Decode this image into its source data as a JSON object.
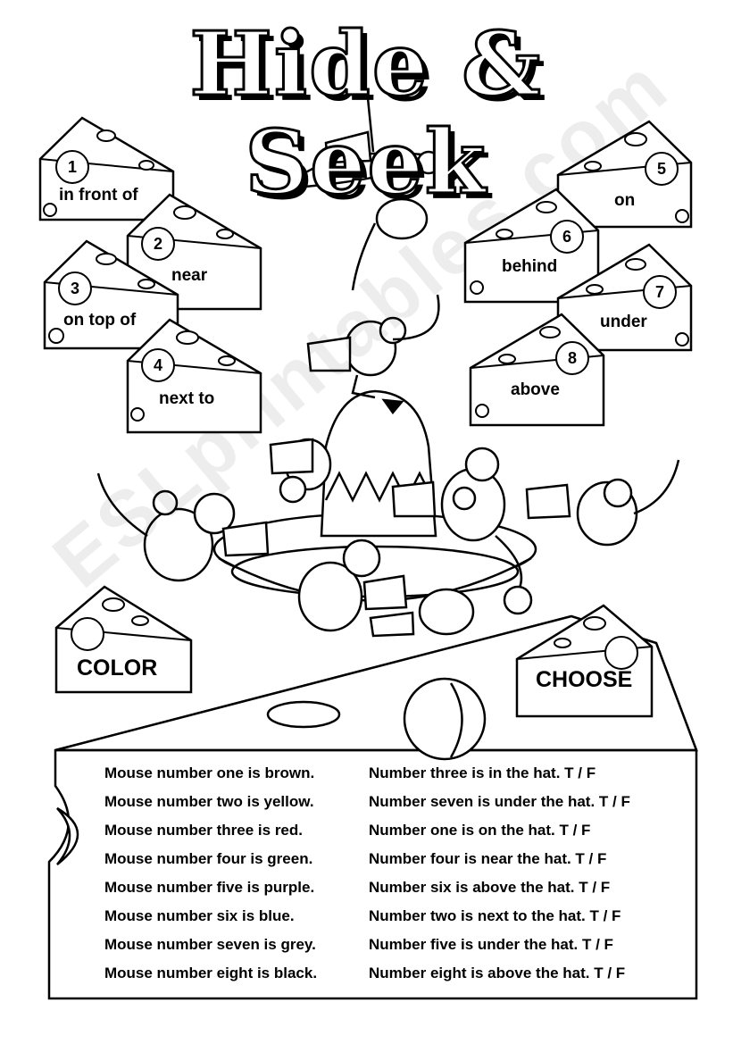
{
  "title": "Hide & Seek",
  "wedges": [
    {
      "number": "1",
      "label": "in front of"
    },
    {
      "number": "2",
      "label": "near"
    },
    {
      "number": "3",
      "label": "on top of"
    },
    {
      "number": "4",
      "label": "next to"
    },
    {
      "number": "5",
      "label": "on"
    },
    {
      "number": "6",
      "label": "behind"
    },
    {
      "number": "7",
      "label": "under"
    },
    {
      "number": "8",
      "label": "above"
    }
  ],
  "color_label": "COLOR",
  "choose_label": "CHOOSE",
  "color_sentences": [
    "Mouse number one is brown.",
    "Mouse number two is yellow.",
    "Mouse number three is red.",
    "Mouse number four is green.",
    "Mouse number five is purple.",
    "Mouse number six is blue.",
    "Mouse number seven is grey.",
    "Mouse number eight is black."
  ],
  "true_false_sentences": [
    "Number three is in the hat. T / F",
    "Number seven is under the hat. T / F",
    "Number one is on the hat. T / F",
    "Number four is near the hat. T / F",
    "Number six is above the hat. T / F",
    "Number two is next to the hat. T / F",
    "Number five is under the hat. T / F",
    "Number eight is above the hat. T / F"
  ],
  "watermark": "ESLprintables.com"
}
